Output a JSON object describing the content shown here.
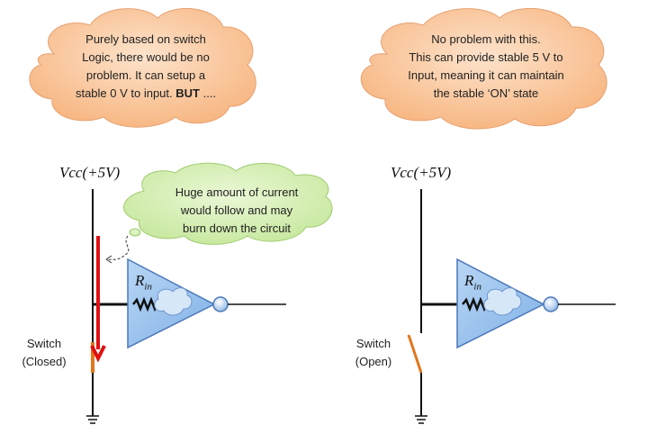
{
  "callouts": {
    "left_note": {
      "line1": "Purely based on switch",
      "line2": "Logic, there would be no",
      "line3": "problem.  It can setup a",
      "line4_prefix": "stable 0 V to input. ",
      "line4_bold": "BUT",
      "line4_suffix": " ...."
    },
    "right_note": {
      "line1": "No problem with this.",
      "line2": "This can provide stable 5 V to",
      "line3": "Input, meaning it can maintain",
      "line4": "the stable ‘ON’ state"
    },
    "warning": {
      "line1": "Huge amount of current",
      "line2": "would follow and may",
      "line3": "burn down the circuit"
    }
  },
  "left_circuit": {
    "supply_label": "Vcc(+5V)",
    "resistor_label": "R",
    "resistor_subscript": "in",
    "switch_label_line1": "Switch",
    "switch_label_line2": "(Closed)"
  },
  "right_circuit": {
    "supply_label": "Vcc(+5V)",
    "resistor_label": "R",
    "resistor_subscript": "in",
    "switch_label_line1": "Switch",
    "switch_label_line2": "(Open)"
  },
  "colors": {
    "orange_cloud": "#fbc8a0",
    "green_cloud": "#d6f0b4",
    "gate_fill": "#9cc3ee",
    "gate_stroke": "#4a78b8",
    "switch_color": "#e0771e",
    "current_arrow": "#e01010"
  }
}
